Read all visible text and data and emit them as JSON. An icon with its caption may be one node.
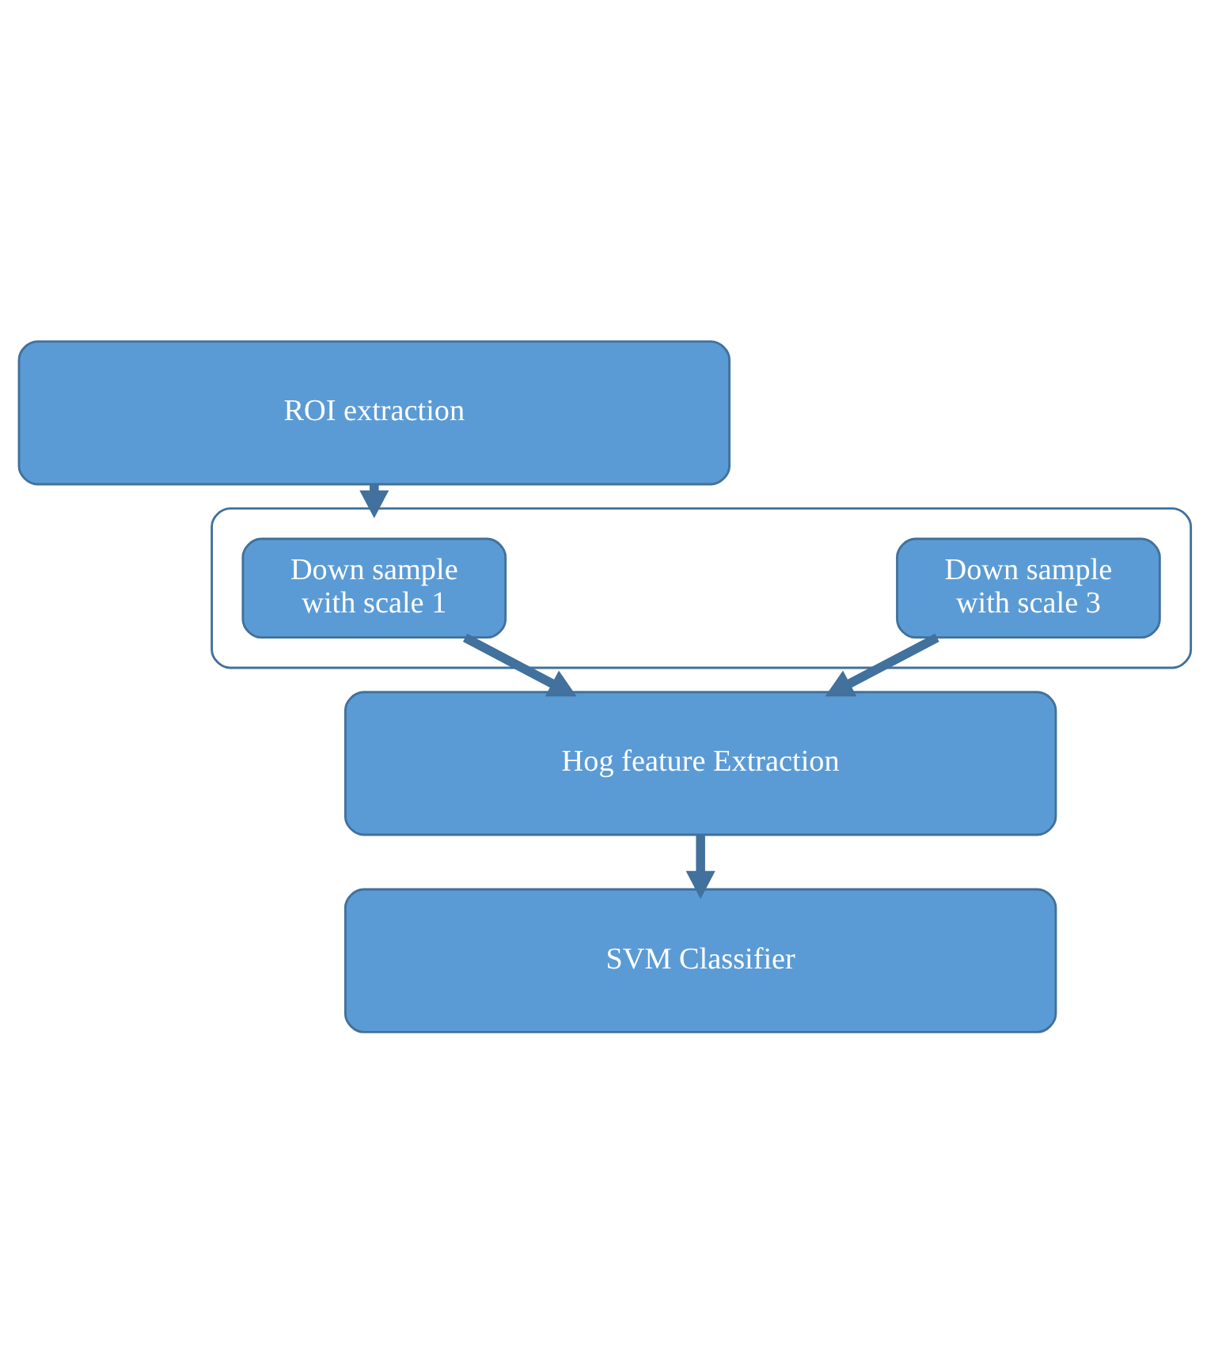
{
  "diagram": {
    "nodes": [
      {
        "text": [
          "ROI extraction"
        ]
      },
      {
        "text": [],
        "shape": "box"
      },
      {
        "text": [
          "Down sample with scale 1"
        ],
        "in": 1
      },
      {
        "text": [
          "Down sample with scale 3"
        ],
        "in": 1
      },
      {
        "text": [
          "Hog feature Extraction"
        ]
      },
      {
        "text": [
          "SVM Classifier"
        ]
      }
    ],
    "edges": [
      {
        "from": 0,
        "to": 1,
        "arrow": "to"
      },
      {
        "from": 2,
        "to": 4,
        "arrow": "to"
      },
      {
        "from": 3,
        "to": 4,
        "arrow": "to"
      },
      {
        "from": 4,
        "to": 5,
        "arrow": "to"
      }
    ]
  }
}
